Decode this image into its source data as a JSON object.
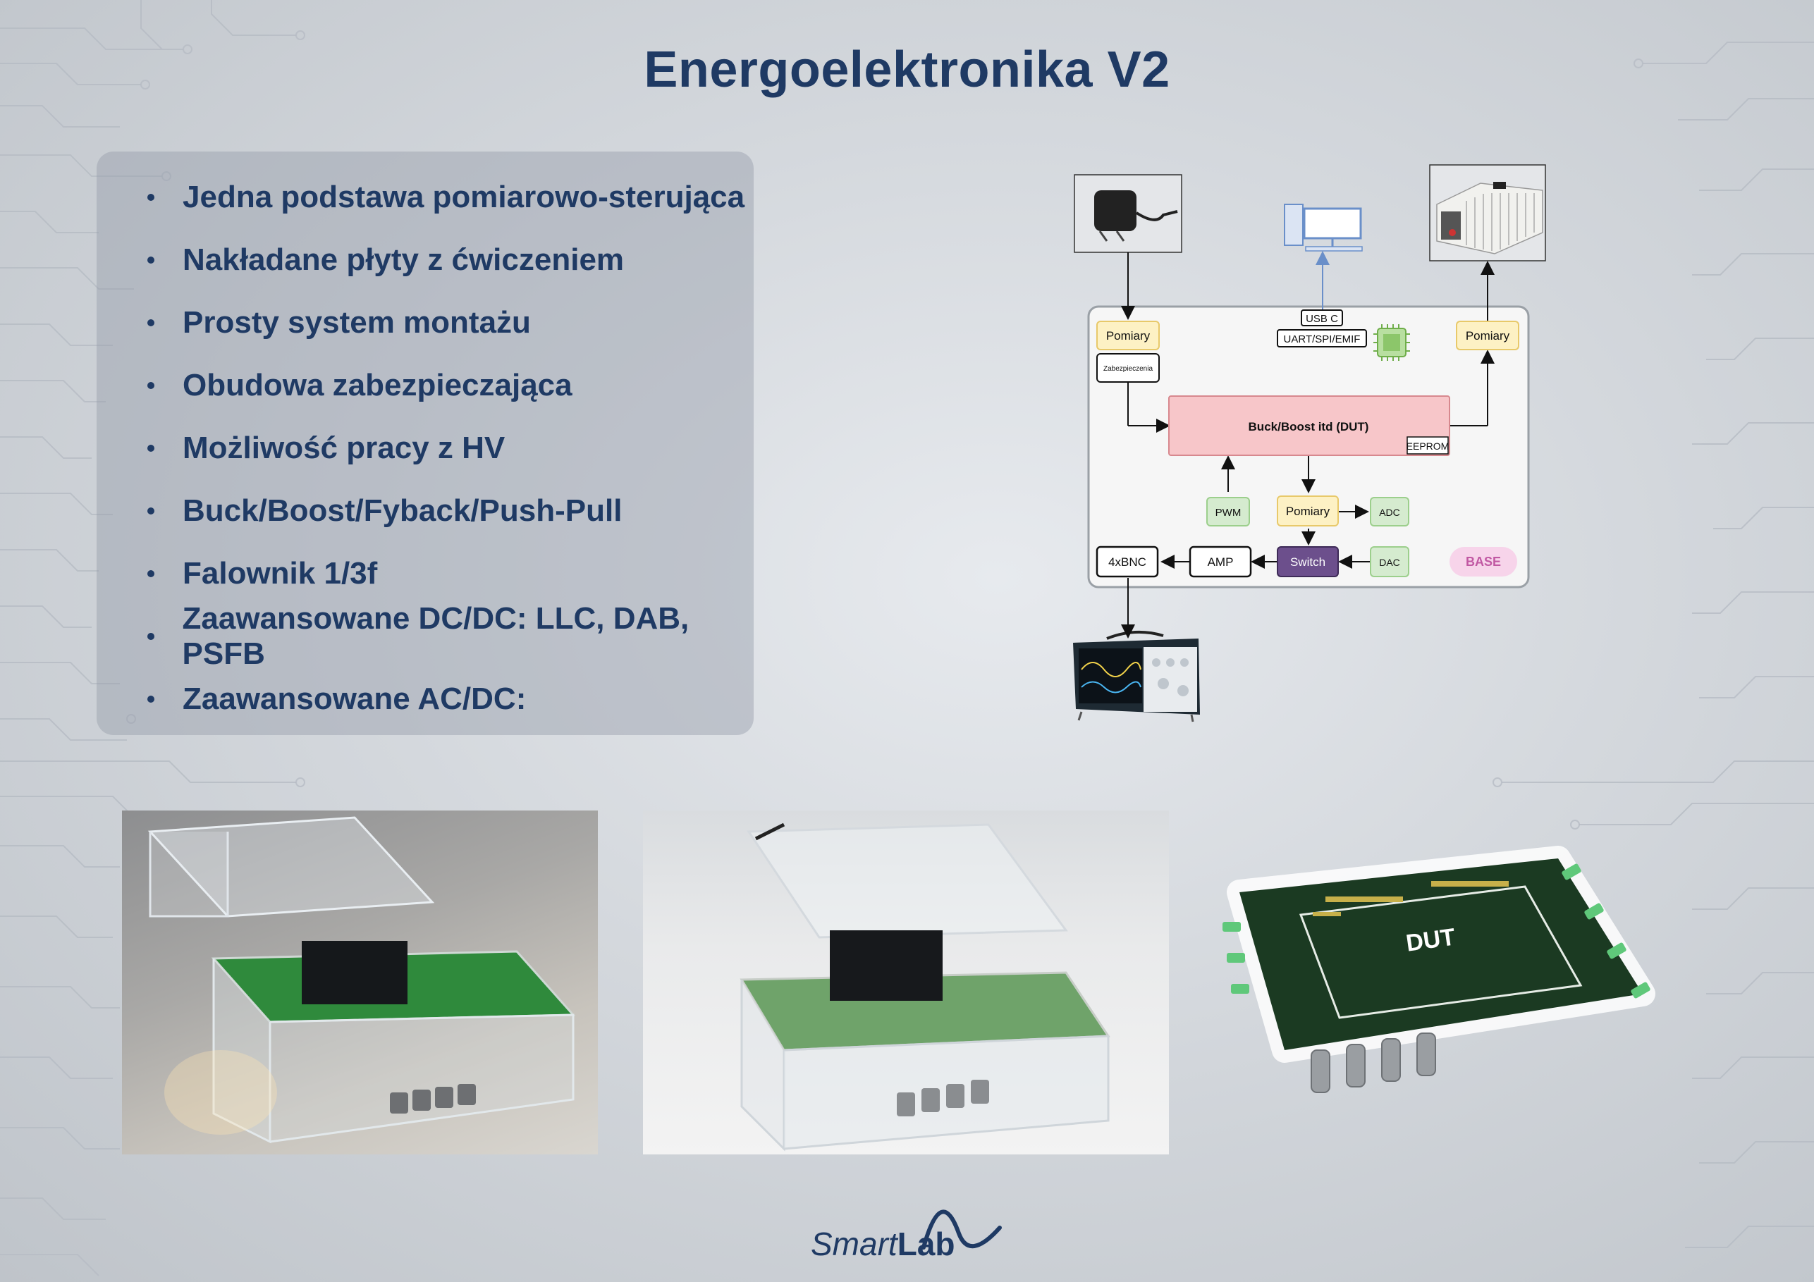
{
  "title": "Energoelektronika V2",
  "bullets": [
    "Jedna podstawa pomiarowo-sterująca",
    "Nakładane płyty z ćwiczeniem",
    "Prosty system montażu",
    "Obudowa zabezpieczająca",
    "Możliwość pracy z HV",
    "Buck/Boost/Fyback/Push-Pull",
    "Falownik 1/3f",
    "Zaawansowane DC/DC: LLC, DAB, PSFB",
    "Zaawansowane AC/DC:"
  ],
  "diagram": {
    "pomiary_left": "Pomiary",
    "zabezpieczenia": "Zabezpieczenia",
    "usb": "USB C",
    "uart": "UART/SPI/EMIF",
    "pomiary_right": "Pomiary",
    "dut": "Buck/Boost itd (DUT)",
    "eeprom": "EEPROM",
    "pwm": "PWM",
    "pomiary_mid": "Pomiary",
    "adc": "ADC",
    "bnc": "4xBNC",
    "amp": "AMP",
    "switch": "Switch",
    "dac": "DAC",
    "base": "BASE"
  },
  "pcb_label": "DUT",
  "logo": {
    "smart": "Smart",
    "lab": "Lab"
  },
  "colors": {
    "title": "#1f3a64",
    "dut": "#f7c6c9",
    "pomiary": "#fdf1c4",
    "green": "#d5ebcf",
    "switch": "#6c4f8c",
    "base": "#f7d4ea"
  }
}
